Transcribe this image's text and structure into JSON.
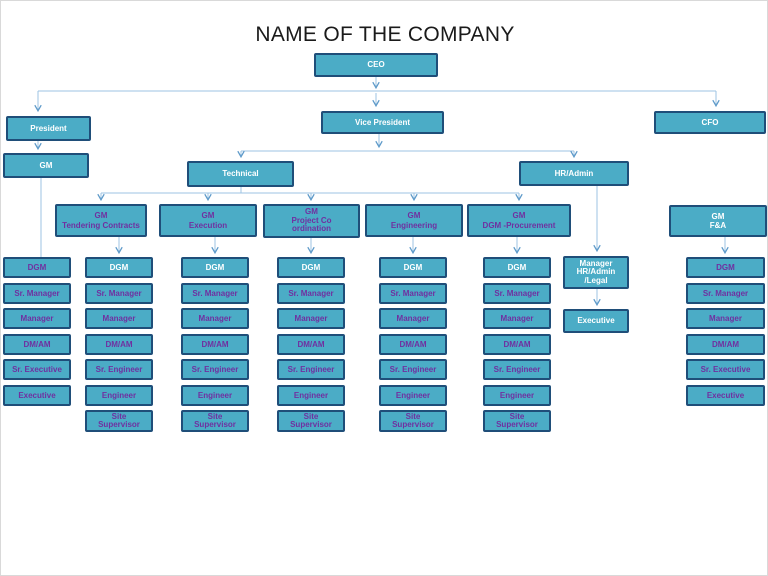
{
  "title": "NAME OF THE COMPANY",
  "colors": {
    "box_fill": "#4BACC6",
    "box_border": "#1F4E79",
    "connector": "#8FB9DD",
    "text_white": "#FFFFFF",
    "text_purple": "#7030A0"
  },
  "top": {
    "ceo": "CEO",
    "president": "President",
    "vice_president": "Vice President",
    "cfo": "CFO",
    "president_gm": "GM",
    "technical": "Technical",
    "hr_admin": "HR/Admin"
  },
  "gm_row": {
    "tendering": "GM\nTendering Contracts",
    "execution": "GM\nExecution",
    "project": "GM\nProject Co\nordination",
    "engineering": "GM\nEngineering",
    "procurement": "GM\nDGM -Procurement",
    "fa": "GM\nF&A"
  },
  "hr_branch": {
    "manager": "Manager\nHR/Admin\n/Legal",
    "executive": "Executive"
  },
  "columns": {
    "president": [
      "DGM",
      "Sr. Manager",
      "Manager",
      "DM/AM",
      "Sr. Executive",
      "Executive"
    ],
    "tendering": [
      "DGM",
      "Sr. Manager",
      "Manager",
      "DM/AM",
      "Sr. Engineer",
      "Engineer",
      "Site\nSupervisor"
    ],
    "execution": [
      "DGM",
      "Sr. Manager",
      "Manager",
      "DM/AM",
      "Sr. Engineer",
      "Engineer",
      "Site\nSupervisor"
    ],
    "project": [
      "DGM",
      "Sr. Manager",
      "Manager",
      "DM/AM",
      "Sr. Engineer",
      "Engineer",
      "Site\nSupervisor"
    ],
    "engineering": [
      "DGM",
      "Sr. Manager",
      "Manager",
      "DM/AM",
      "Sr. Engineer",
      "Engineer",
      "Site\nSupervisor"
    ],
    "procurement": [
      "DGM",
      "Sr. Manager",
      "Manager",
      "DM/AM",
      "Sr. Engineer",
      "Engineer",
      "Site\nSupervisor"
    ],
    "fa": [
      "DGM",
      "Sr. Manager",
      "Manager",
      "DM/AM",
      "Sr. Executive",
      "Executive"
    ]
  }
}
